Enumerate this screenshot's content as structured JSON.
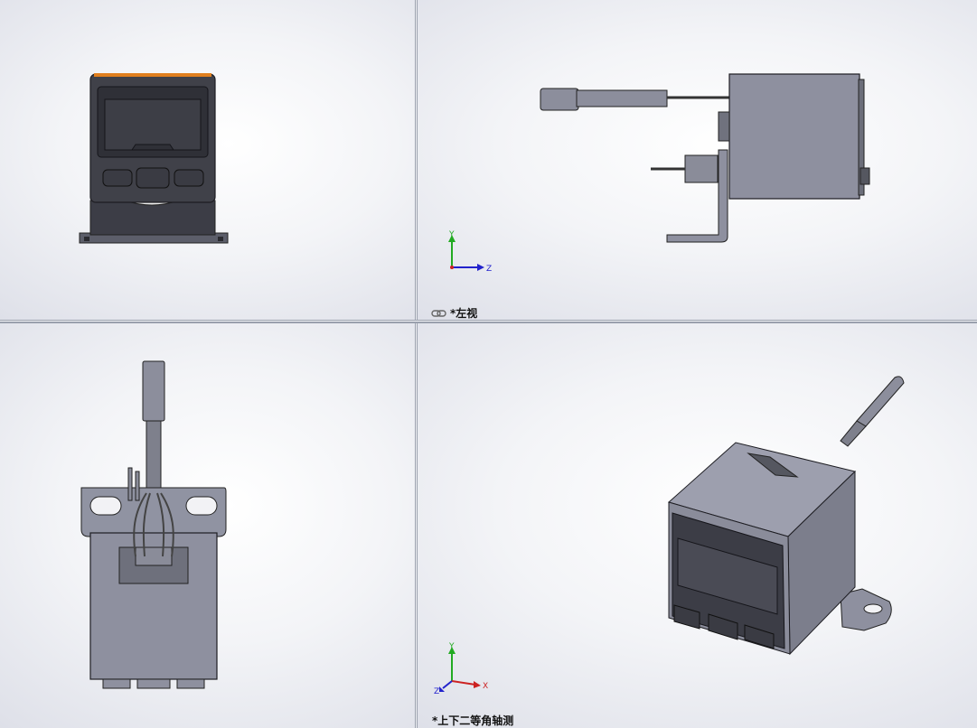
{
  "viewports": {
    "top_left": {
      "label": ""
    },
    "top_right": {
      "label": "*左视",
      "triad": {
        "y": "Y",
        "z": "Z"
      }
    },
    "bottom_left": {
      "label": ""
    },
    "bottom_right": {
      "label": "*上下二等角轴测",
      "triad": {
        "x": "X",
        "y": "Y",
        "z": "Z"
      }
    }
  },
  "colors": {
    "body": "#8e909f",
    "body_dark": "#3a3b44",
    "screen": "#4a4b55",
    "bracket": "#7e808d",
    "viewport_bg": "#e6e7ee",
    "axis_x": "#cc2222",
    "axis_y": "#22aa22",
    "axis_z": "#2222cc"
  }
}
